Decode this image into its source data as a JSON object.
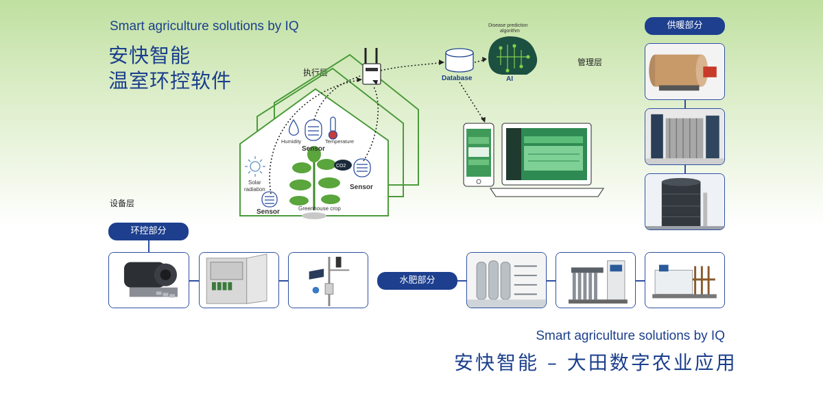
{
  "header": {
    "title_en": "Smart agriculture solutions by IQ",
    "title_cn_line1": "安快智能",
    "title_cn_line2": "温室环控软件"
  },
  "layers": {
    "execution": "执行层",
    "management": "管理层",
    "device": "设备层"
  },
  "diagram": {
    "disease_line1": "Disease prediction",
    "disease_line2": "algorithm",
    "database": "Database",
    "ai": "AI",
    "humidity": "Humidity",
    "temperature": "Temperature",
    "sensor": "Sensor",
    "co2": "CO2",
    "solar_line1": "Solar",
    "solar_line2": "radiation",
    "crop": "Greenhouse crop"
  },
  "sections": {
    "heating": "供暖部分",
    "env_control": "环控部分",
    "water_fert": "水肥部分"
  },
  "footer": {
    "title_en": "Smart agriculture solutions by IQ",
    "title_cn": "安快智能 – 大田数字农业应用"
  },
  "colors": {
    "navy": "#1d3f8e",
    "greenhouse_green": "#4a9a3a",
    "bg_green": "#bfe0a0"
  }
}
